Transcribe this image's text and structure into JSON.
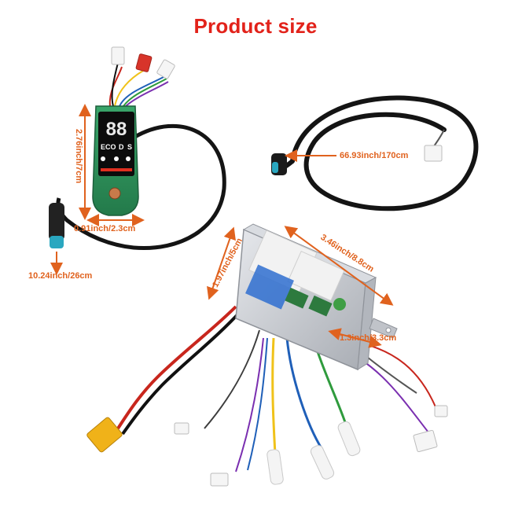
{
  "title": "Product size",
  "dimensions": {
    "display_height": "2.76inch/7cm",
    "display_width": "0.91inch/2.3cm",
    "display_cable": "10.24inch/26cm",
    "extension_cable": "66.93inch/170cm",
    "controller_length": "3.46inch/8.8cm",
    "controller_height": "1.97inch/5cm",
    "controller_width": "1.3inch/3.3cm"
  },
  "display_panel": {
    "digits": "88",
    "eco_label": "ECO",
    "mode_d": "D",
    "mode_s": "S"
  },
  "colors": {
    "title": "#e2221a",
    "dimension_text": "#e0621e",
    "cable": "#1a1a1a",
    "pcb": "#2e8b57",
    "controller_case": "#c9ccd2"
  }
}
